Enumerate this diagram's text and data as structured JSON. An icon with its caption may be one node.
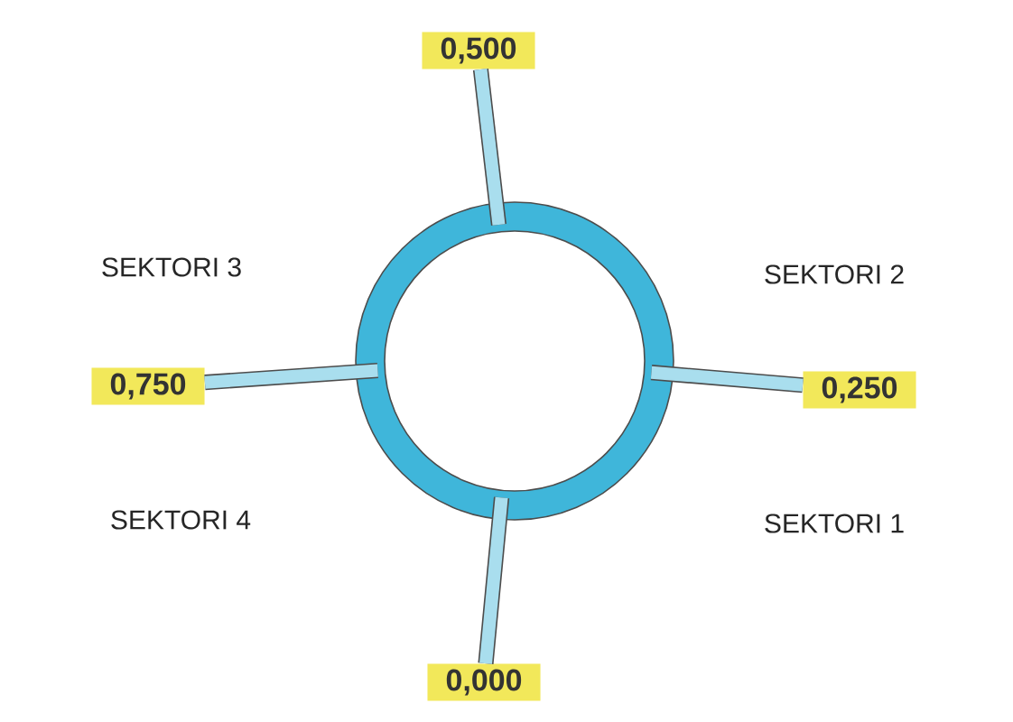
{
  "diagram": {
    "nodes": [
      {
        "text": [],
        "shape": "circle"
      },
      {
        "text": [
          "0,500"
        ]
      },
      {
        "text": [
          "0,750"
        ]
      },
      {
        "text": [
          "0,250"
        ]
      },
      {
        "text": [
          "0,000"
        ]
      }
    ],
    "edges": [
      {
        "from": 1,
        "to": 0,
        "arrow": "none"
      },
      {
        "from": 2,
        "to": 0,
        "arrow": "none"
      },
      {
        "from": 3,
        "to": 0,
        "arrow": "none"
      },
      {
        "from": 4,
        "to": 0,
        "arrow": "none"
      }
    ],
    "labels": [
      "SEKTORI 3",
      "SEKTORI 2",
      "SEKTORI 4",
      "SEKTORI 1"
    ]
  }
}
